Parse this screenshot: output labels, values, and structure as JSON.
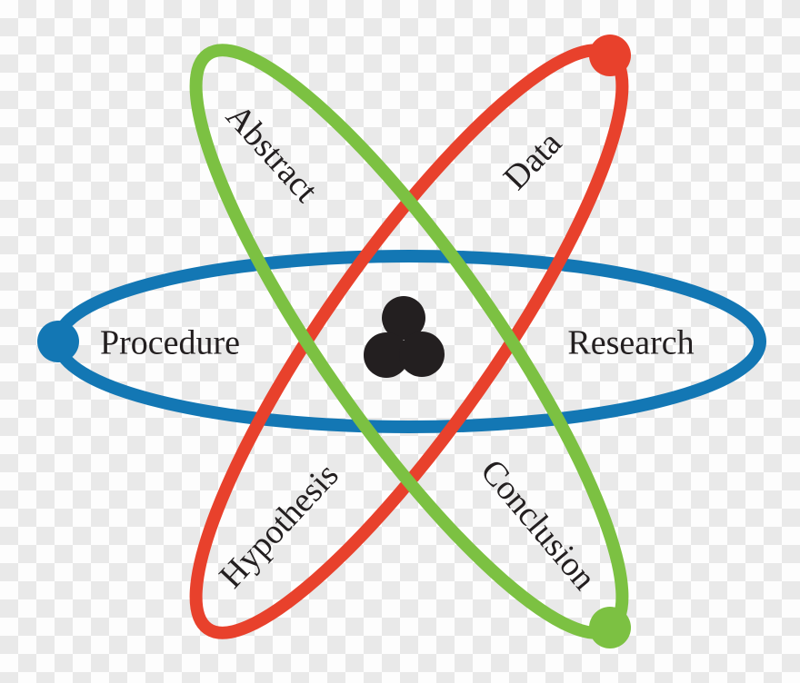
{
  "diagram": {
    "name": "atom-orbit-research-process-diagram",
    "nucleus": "atom-nucleus",
    "labels": {
      "abstract": "Abstract",
      "data": "Data",
      "procedure": "Procedure",
      "research": "Research",
      "hypothesis": "Hypothesis",
      "conclusion": "Conclusion"
    },
    "orbits": [
      {
        "name": "horizontal-orbit",
        "color_key": "blue",
        "endpoints": [
          "Procedure",
          "Research"
        ],
        "dot": "left"
      },
      {
        "name": "ascending-orbit",
        "color_key": "red",
        "endpoints": [
          "Hypothesis",
          "Data"
        ],
        "dot": "top-right"
      },
      {
        "name": "descending-orbit",
        "color_key": "green",
        "endpoints": [
          "Abstract",
          "Conclusion"
        ],
        "dot": "bottom-right"
      }
    ]
  },
  "colors": {
    "blue": "#1377b4",
    "red": "#e8412c",
    "green": "#7cc142",
    "nucleus": "#231f20",
    "text": "#231f20",
    "checker_light": "#fdfdfd",
    "checker_gray": "#e9e9e9"
  }
}
